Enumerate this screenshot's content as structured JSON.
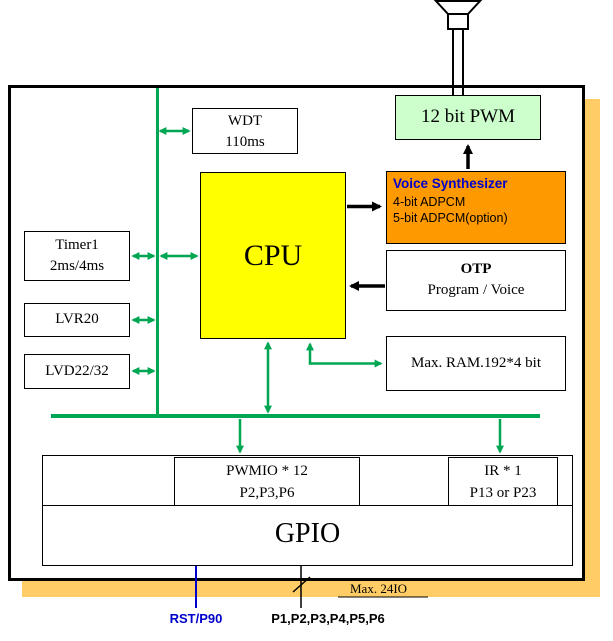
{
  "colors": {
    "bus_green": "#00A651",
    "cpu_yellow": "#FFFF00",
    "pwm_light_green": "#CCFFCC",
    "voice_orange": "#FF9900",
    "shadow_orange": "#FFCC66",
    "accent_blue": "#0000CC"
  },
  "icons": {
    "speaker": "speaker-icon"
  },
  "blocks": {
    "pwm": {
      "label": "12 bit PWM"
    },
    "voice": {
      "title": "Voice Synthesizer",
      "line1": "4-bit ADPCM",
      "line2": "5-bit ADPCM(option)"
    },
    "cpu": {
      "label": "CPU"
    },
    "wdt": {
      "line1": "WDT",
      "line2": "110ms"
    },
    "timer1": {
      "line1": "Timer1",
      "line2": "2ms/4ms"
    },
    "lvr": {
      "label": "LVR20"
    },
    "lvd": {
      "label": "LVD22/32"
    },
    "otp": {
      "line1": "OTP",
      "line2": "Program / Voice"
    },
    "ram": {
      "label": "Max. RAM.192*4 bit"
    },
    "pwmio": {
      "line1": "PWMIO * 12",
      "line2": "P2,P3,P6"
    },
    "ir": {
      "line1": "IR * 1",
      "line2": "P13 or P23"
    },
    "gpio": {
      "label": "GPIO"
    }
  },
  "annotations": {
    "rst": "RST/P90",
    "ports": "P1,P2,P3,P4,P5,P6",
    "max_io": "Max. 24IO"
  }
}
